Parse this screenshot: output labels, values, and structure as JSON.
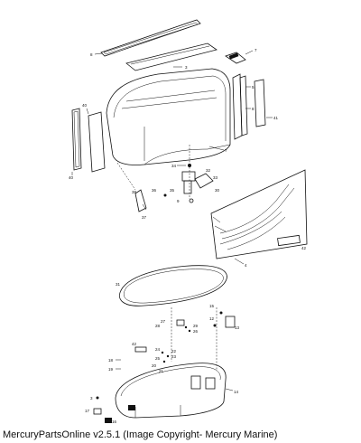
{
  "footer": {
    "caption": "MercuryPartsOnline v2.5.1 (Image Copyright- Mercury Marine)"
  },
  "diagram": {
    "callouts": {
      "seal_top": "8",
      "top_plate": "3",
      "rear_bracket": "7",
      "side_seal_right": "5",
      "side_seal_right_b": "8",
      "right_panel": "41",
      "left_panel": "40",
      "left_seal": "40",
      "cowl_front": "7",
      "latch_a": "34",
      "latch_b": "35",
      "bracket_a": "32",
      "bracket_b": "33",
      "bracket_c": "30",
      "hook_a": "38",
      "hook_b": "36",
      "screw_a": "37",
      "screw_b": "9",
      "side_decal": "4",
      "decal_badge": "42",
      "seal_ring": "31",
      "bottom_a": "15",
      "bottom_b": "13",
      "bottom_c": "12",
      "bottom_d": "14",
      "bottom_e": "16",
      "bottom_f": "17",
      "bottom_g": "42",
      "bottom_h": "22",
      "bottom_i": "23",
      "bottom_j": "24",
      "bottom_k": "25",
      "bottom_l": "26",
      "bottom_m": "27",
      "bottom_n": "28",
      "bottom_o": "29",
      "bottom_p": "18",
      "bottom_q": "19",
      "bottom_r": "20",
      "bottom_s": "21",
      "bottom_t": "3"
    }
  }
}
